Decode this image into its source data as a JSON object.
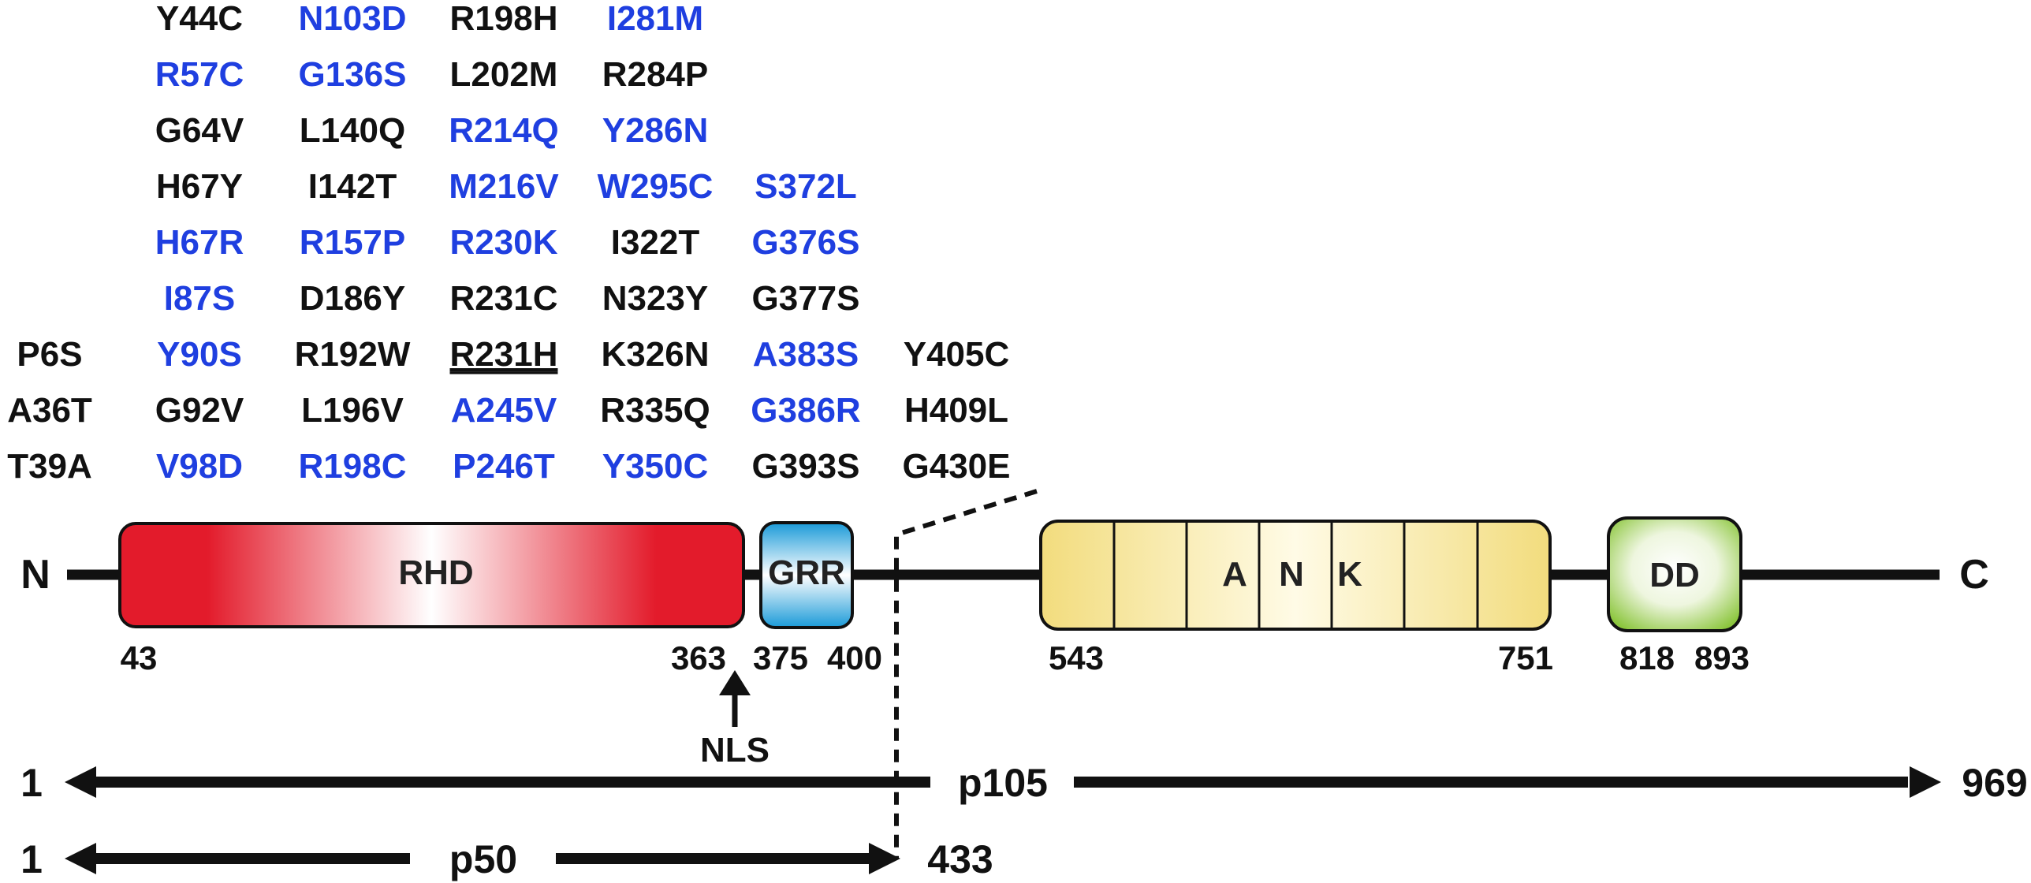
{
  "colors": {
    "black": "#111111",
    "blue": "#1f3fe0",
    "rhd_red": "#e31b2b",
    "grr_blue": "#1a9ad8",
    "ank_yellow": "#f2dc7d",
    "dd_green": "#8cc63e"
  },
  "mutations": {
    "col1": [
      {
        "label": "P6S",
        "color": "black"
      },
      {
        "label": "A36T",
        "color": "black"
      },
      {
        "label": "T39A",
        "color": "black"
      }
    ],
    "col2": [
      {
        "label": "Y44C",
        "color": "black"
      },
      {
        "label": "R57C",
        "color": "blue"
      },
      {
        "label": "G64V",
        "color": "black"
      },
      {
        "label": "H67Y",
        "color": "black"
      },
      {
        "label": "H67R",
        "color": "blue"
      },
      {
        "label": "I87S",
        "color": "blue"
      },
      {
        "label": "Y90S",
        "color": "blue"
      },
      {
        "label": "G92V",
        "color": "black"
      },
      {
        "label": "V98D",
        "color": "blue"
      }
    ],
    "col3": [
      {
        "label": "N103D",
        "color": "blue"
      },
      {
        "label": "G136S",
        "color": "blue"
      },
      {
        "label": "L140Q",
        "color": "black"
      },
      {
        "label": "I142T",
        "color": "black"
      },
      {
        "label": "R157P",
        "color": "blue"
      },
      {
        "label": "D186Y",
        "color": "black"
      },
      {
        "label": "R192W",
        "color": "black"
      },
      {
        "label": "L196V",
        "color": "black"
      },
      {
        "label": "R198C",
        "color": "blue"
      }
    ],
    "col4": [
      {
        "label": "R198H",
        "color": "black"
      },
      {
        "label": "L202M",
        "color": "black"
      },
      {
        "label": "R214Q",
        "color": "blue"
      },
      {
        "label": "M216V",
        "color": "blue"
      },
      {
        "label": "R230K",
        "color": "blue"
      },
      {
        "label": "R231C",
        "color": "black"
      },
      {
        "label": "R231H",
        "color": "black",
        "underline": true
      },
      {
        "label": "A245V",
        "color": "blue"
      },
      {
        "label": "P246T",
        "color": "blue"
      }
    ],
    "col5": [
      {
        "label": "I281M",
        "color": "blue"
      },
      {
        "label": "R284P",
        "color": "black"
      },
      {
        "label": "Y286N",
        "color": "blue"
      },
      {
        "label": "W295C",
        "color": "blue"
      },
      {
        "label": "I322T",
        "color": "black"
      },
      {
        "label": "N323Y",
        "color": "black"
      },
      {
        "label": "K326N",
        "color": "black"
      },
      {
        "label": "R335Q",
        "color": "black"
      },
      {
        "label": "Y350C",
        "color": "blue"
      }
    ],
    "col6": [
      {
        "label": "S372L",
        "color": "blue"
      },
      {
        "label": "G376S",
        "color": "blue"
      },
      {
        "label": "G377S",
        "color": "black"
      },
      {
        "label": "A383S",
        "color": "blue"
      },
      {
        "label": "G386R",
        "color": "blue"
      },
      {
        "label": "G393S",
        "color": "black"
      }
    ],
    "col7": [
      {
        "label": "Y405C",
        "color": "black"
      },
      {
        "label": "H409L",
        "color": "black"
      },
      {
        "label": "G430E",
        "color": "black"
      }
    ]
  },
  "protein": {
    "n_label": "N",
    "c_label": "C",
    "domains": {
      "rhd": {
        "label": "RHD",
        "start": "43",
        "end": "363"
      },
      "grr": {
        "label": "GRR",
        "start": "375",
        "end": "400"
      },
      "ank": {
        "letters": [
          "A",
          "N",
          "K"
        ],
        "start": "543",
        "end": "751"
      },
      "dd": {
        "label": "DD",
        "start": "818",
        "end": "893"
      }
    },
    "nls": "NLS"
  },
  "products": {
    "p105": {
      "label": "p105",
      "start": "1",
      "end": "969"
    },
    "p50": {
      "label": "p50",
      "start": "1",
      "end": "433"
    }
  }
}
